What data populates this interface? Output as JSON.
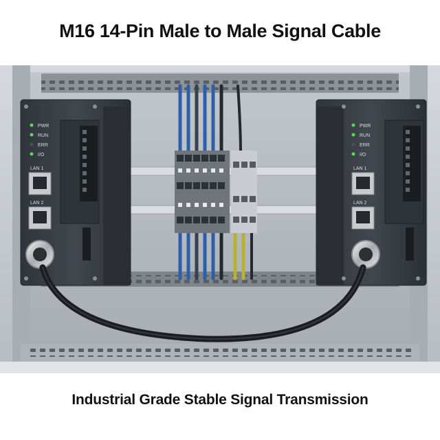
{
  "title": "M16 14-Pin Male to Male Signal Cable",
  "subtitle": "Industrial Grade Stable Signal Transmission",
  "modules": {
    "indicators": [
      "PWR",
      "RUN",
      "ERR",
      "I/O"
    ],
    "ports": [
      "LAN 1",
      "LAN 2"
    ]
  },
  "colors": {
    "cabinet": "#c9ced3",
    "module_body": "#3a3f45",
    "cable": "#1b1d20",
    "wire_blue": "#2f5fa8",
    "wire_yellow_green": "#b8b232",
    "led_on": "#5fd35a"
  }
}
